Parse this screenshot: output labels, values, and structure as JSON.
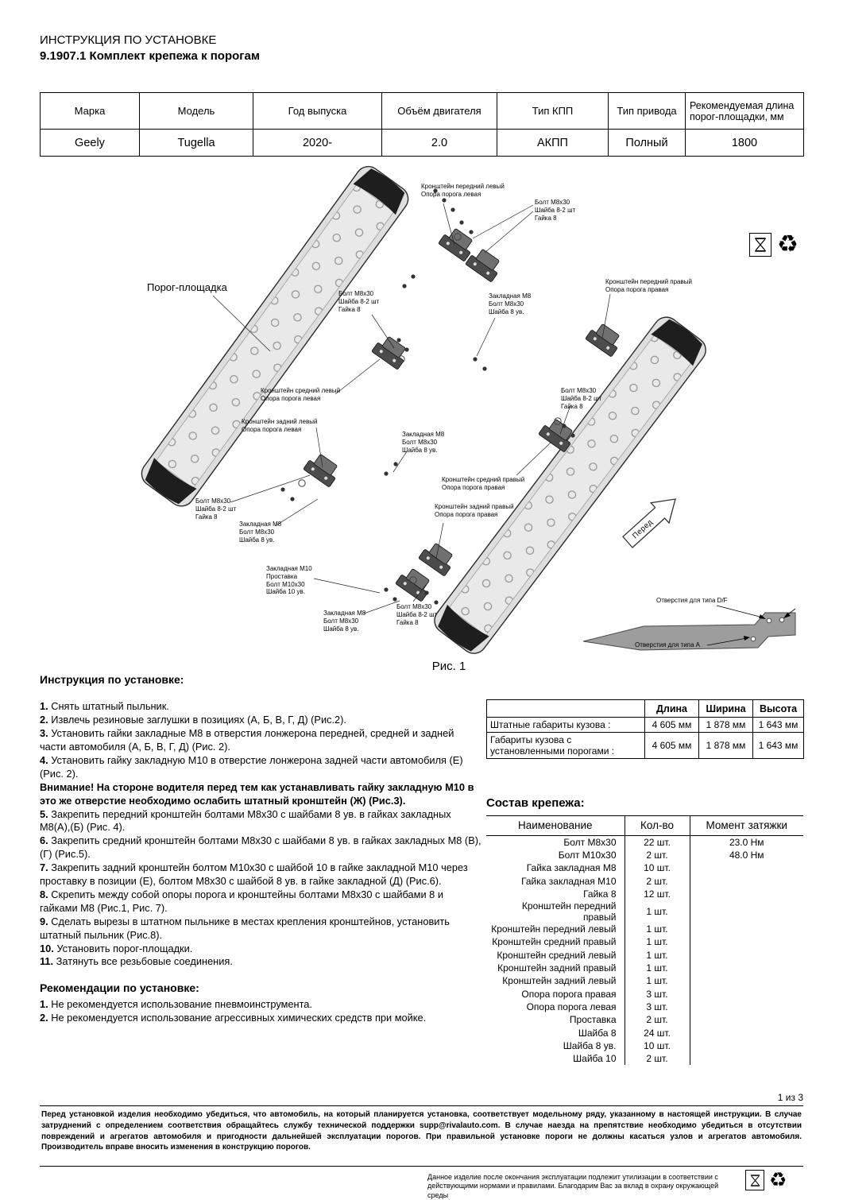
{
  "header": {
    "title": "ИНСТРУКЦИЯ ПО УСТАНОВКЕ",
    "subtitle": "9.1907.1 Комплект крепежа к порогам"
  },
  "vehicle_table": {
    "headers": [
      "Марка",
      "Модель",
      "Год выпуска",
      "Объём двигателя",
      "Тип КПП",
      "Тип привода",
      "Рекомендуемая длина порог-площадки, мм"
    ],
    "row": [
      "Geely",
      "Tugella",
      "2020-",
      "2.0",
      "АКПП",
      "Полный",
      "1800"
    ]
  },
  "figure": {
    "caption": "Рис. 1",
    "labels": [
      "Кронштейн передний левый\nОпора порога левая",
      "Болт М8х30\nШайба 8-2 шт\nГайка 8",
      "Порог-площадка",
      "Болт М8х30\nШайба 8-2 шт\nГайка 8",
      "Закладная М8\nБолт М8х30\nШайба 8 ув.",
      "Кронштейн передний правый\nОпора порога правая",
      "Кронштейн средний левый\nОпора порога левая",
      "Болт М8х30\nШайба 8-2 шт\nГайка 8",
      "Кронштейн задний левый\nОпора порога левая",
      "Закладная М8\nБолт М8х30\nШайба 8 ув.",
      "Кронштейн средний правый\nОпора порога правая",
      "Болт М8х30\nШайба 8-2 шт\nГайка 8",
      "Закладная М8\nБолт М8х30\nШайба 8 ув.",
      "Кронштейн задний правый\nОпора порога правая",
      "Закладная М10\nПроставка\nБолт М10х30\nШайба 10 ув.",
      "Закладная М8\nБолт М8х30\nШайба 8 ув.",
      "Болт М8х30\nШайба 8-2 шт\nГайка 8",
      "Отверстия для типа D/F",
      "Отверстия для типа A",
      "Перед"
    ]
  },
  "instructions": {
    "heading": "Инструкция по установке:",
    "items": [
      {
        "n": "1.",
        "t": "Снять штатный пыльник."
      },
      {
        "n": "2.",
        "t": "Извлечь резиновые заглушки в позициях (А, Б, В, Г, Д) (Рис.2)."
      },
      {
        "n": "3.",
        "t": "Установить гайки закладные М8 в отверстия лонжерона передней, средней и задней части автомобиля (А, Б, В, Г, Д) (Рис. 2)."
      },
      {
        "n": "4.",
        "t": "Установить гайку закладную М10 в отверстие лонжерона задней части автомобиля (Е) (Рис. 2)."
      },
      {
        "n": "Внимание!",
        "t": "На стороне водителя перед тем как устанавливать гайку закладную М10  в это же отверстие необходимо ослабить штатный кронштейн (Ж) (Рис.3)."
      },
      {
        "n": "5.",
        "t": "Закрепить передний кронштейн болтами М8х30 с шайбами 8 ув. в гайках закладных М8(А),(Б) (Рис. 4)."
      },
      {
        "n": "6.",
        "t": "Закрепить средний кронштейн болтами М8х30 с шайбами 8 ув. в гайках закладных М8 (В),(Г) (Рис.5)."
      },
      {
        "n": "7.",
        "t": "Закрепить задний кронштейн болтом М10х30 с шайбой 10 в гайке закладной М10 через проставку в позиции (Е), болтом М8х30 с шайбой 8 ув. в гайке закладной (Д) (Рис.6)."
      },
      {
        "n": "8.",
        "t": "Скрепить между собой опоры порога и кронштейны болтами М8х30 с шайбами 8 и гайками М8 (Рис.1, Рис. 7)."
      },
      {
        "n": "9.",
        "t": "Сделать вырезы в штатном пыльнике в местах крепления кронштейнов, установить штатный пыльник (Рис.8)."
      },
      {
        "n": "10.",
        "t": "Установить порог-площадки."
      },
      {
        "n": "11.",
        "t": "Затянуть все резьбовые соединения."
      }
    ]
  },
  "recommendations": {
    "heading": "Рекомендации по установке:",
    "items": [
      {
        "n": "1.",
        "t": "Не рекомендуется использование пневмоинструмента."
      },
      {
        "n": "2.",
        "t": "Не рекомендуется использование агрессивных химических средств при мойке."
      }
    ]
  },
  "dimensions_table": {
    "col_headers": [
      "Длина",
      "Ширина",
      "Высота"
    ],
    "rows": [
      {
        "label": "Штатные габариты кузова :",
        "values": [
          "4 605 мм",
          "1 878 мм",
          "1 643 мм"
        ]
      },
      {
        "label": "Габариты кузова с установленными порогами :",
        "values": [
          "4 605 мм",
          "1 878 мм",
          "1 643 мм"
        ]
      }
    ]
  },
  "parts": {
    "heading": "Состав крепежа:",
    "headers": [
      "Наименование",
      "Кол-во",
      "Момент затяжки"
    ],
    "rows": [
      {
        "name": "Болт М8х30",
        "qty": "22 шт.",
        "torque": "23.0 Нм"
      },
      {
        "name": "Болт М10х30",
        "qty": "2 шт.",
        "torque": "48.0 Нм"
      },
      {
        "name": "Гайка закладная М8",
        "qty": "10 шт.",
        "torque": ""
      },
      {
        "name": "Гайка закладная М10",
        "qty": "2 шт.",
        "torque": ""
      },
      {
        "name": "Гайка 8",
        "qty": "12 шт.",
        "torque": ""
      },
      {
        "name": "Кронштейн передний правый",
        "qty": "1 шт.",
        "torque": ""
      },
      {
        "name": "Кронштейн передний левый",
        "qty": "1 шт.",
        "torque": ""
      },
      {
        "name": "Кронштейн средний правый",
        "qty": "1 шт.",
        "torque": ""
      },
      {
        "name": "Кронштейн средний левый",
        "qty": "1 шт.",
        "torque": ""
      },
      {
        "name": "Кронштейн задний правый",
        "qty": "1 шт.",
        "torque": ""
      },
      {
        "name": "Кронштейн задний левый",
        "qty": "1 шт.",
        "torque": ""
      },
      {
        "name": "Опора порога правая",
        "qty": "3 шт.",
        "torque": ""
      },
      {
        "name": "Опора порога левая",
        "qty": "3 шт.",
        "torque": ""
      },
      {
        "name": "Проставка",
        "qty": "2 шт.",
        "torque": ""
      },
      {
        "name": "Шайба 8",
        "qty": "24 шт.",
        "torque": ""
      },
      {
        "name": "Шайба 8 ув.",
        "qty": "10 шт.",
        "torque": ""
      },
      {
        "name": "Шайба 10",
        "qty": "2 шт.",
        "torque": ""
      }
    ]
  },
  "footer": {
    "page": "1 из 3",
    "warning": "Перед установкой изделия необходимо убедиться, что автомобиль, на который планируется установка, соответствует модельному ряду, указанному в настоящей инструкции. В случае затруднений с определением соответствия обращайтесь службу технической поддержки supp@rivalauto.com. В случае наезда на препятствие необходимо убедиться в отсутствии повреждений и агрегатов автомобиля и пригодности дальнейшей эксплуатации порогов. При правильной установке пороги не должны касаться узлов и агрегатов автомобиля. Производитель вправе вносить изменения в конструкцию порогов.",
    "recycle_note": "Данное изделие  после окончания  эксплуатации  подлежит утилизации в соответствии с действующими нормами и правилами. Благодарим Вас за вклад  в охрану окружающей среды"
  },
  "icons": {
    "recycle": "♻"
  }
}
